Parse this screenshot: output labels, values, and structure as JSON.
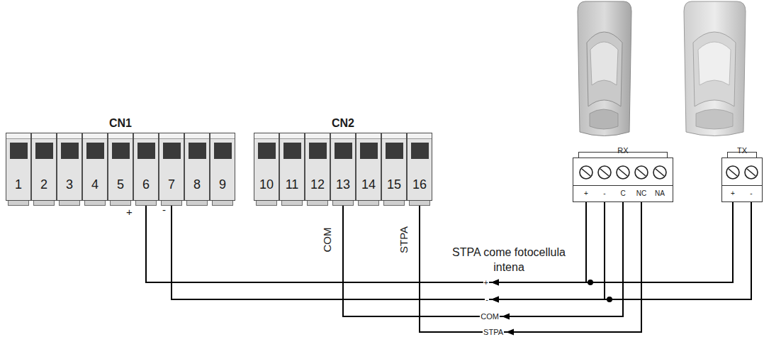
{
  "diagram": {
    "nodes": [
      {
        "text": [
          "CN1"
        ]
      },
      {
        "text": [
          "1"
        ],
        "in": 0
      },
      {
        "text": [
          "2"
        ],
        "in": 0
      },
      {
        "text": [
          "3"
        ],
        "in": 0
      },
      {
        "text": [
          "4"
        ],
        "in": 0
      },
      {
        "text": [
          "5"
        ],
        "in": 0
      },
      {
        "text": [
          "6"
        ],
        "in": 0
      },
      {
        "text": [
          "7"
        ],
        "in": 0
      },
      {
        "text": [
          "8"
        ],
        "in": 0
      },
      {
        "text": [
          "9"
        ],
        "in": 0
      },
      {
        "text": [
          "CN2"
        ]
      },
      {
        "text": [
          "10"
        ],
        "in": 10
      },
      {
        "text": [
          "11"
        ],
        "in": 10
      },
      {
        "text": [
          "12"
        ],
        "in": 10
      },
      {
        "text": [
          "13"
        ],
        "in": 10
      },
      {
        "text": [
          "14"
        ],
        "in": 10
      },
      {
        "text": [
          "15"
        ],
        "in": 10
      },
      {
        "text": [
          "16"
        ],
        "in": 10
      },
      {
        "text": [
          "RX"
        ]
      },
      {
        "text": [
          "+"
        ],
        "in": 18
      },
      {
        "text": [
          "-"
        ],
        "in": 18
      },
      {
        "text": [
          "C"
        ],
        "in": 18
      },
      {
        "text": [
          "NC"
        ],
        "in": 18
      },
      {
        "text": [
          "NA"
        ],
        "in": 18
      },
      {
        "text": [
          "TX"
        ]
      },
      {
        "text": [
          "+"
        ],
        "in": 24
      },
      {
        "text": [
          "-"
        ],
        "in": 24
      }
    ],
    "edges": [
      {
        "from": 19,
        "to": 6,
        "arrow": "to",
        "label": "+"
      },
      {
        "from": 25,
        "to": 6,
        "arrow": "to"
      },
      {
        "from": 20,
        "to": 7,
        "arrow": "to",
        "label": "-"
      },
      {
        "from": 26,
        "to": 7,
        "arrow": "to"
      },
      {
        "from": 21,
        "to": 14,
        "arrow": "to",
        "label": "COM"
      },
      {
        "from": 22,
        "to": 17,
        "arrow": "to",
        "label": "STPA"
      }
    ],
    "labels": [
      "+",
      "-",
      "COM",
      "STPA",
      "STPA come fotocellula intena"
    ]
  }
}
